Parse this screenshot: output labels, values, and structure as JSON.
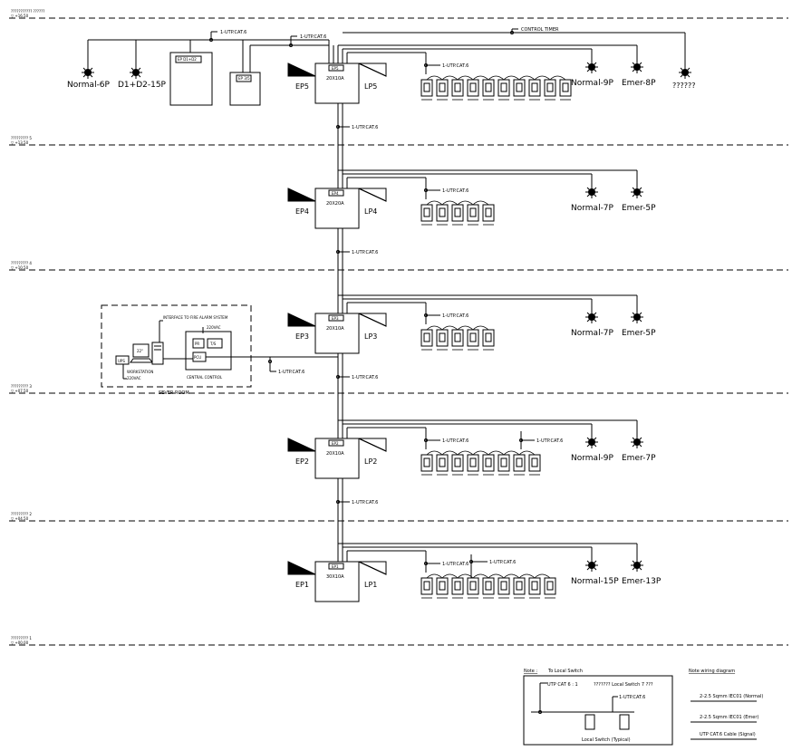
{
  "levels": [
    {
      "num": "",
      "prefix": "??????????? ??????",
      "elev": "▽ +16.50"
    },
    {
      "num": "5",
      "prefix": "????????? ",
      "elev": "▽ +13.50"
    },
    {
      "num": "4",
      "prefix": "????????? ",
      "elev": "▽ +10.50"
    },
    {
      "num": "3",
      "prefix": "????????? ",
      "elev": "▽ +07.50"
    },
    {
      "num": "2",
      "prefix": "????????? ",
      "elev": "▽ +04.50"
    },
    {
      "num": "1",
      "prefix": "????????? ",
      "elev": "▽ +00.00"
    }
  ],
  "cable_labels": {
    "utp": "1-UTP.CAT.6",
    "control_timer": "CONTROL TIMER"
  },
  "panels": [
    {
      "ep": "EP5",
      "lp": "LP5",
      "tag": "EP5",
      "rating": "20X10A"
    },
    {
      "ep": "EP4",
      "lp": "LP4",
      "tag": "EP4",
      "rating": "20X20A"
    },
    {
      "ep": "EP3",
      "lp": "LP3",
      "tag": "EP3",
      "rating": "20X10A"
    },
    {
      "ep": "EP2",
      "lp": "LP2",
      "tag": "EP2",
      "rating": "20X10A"
    },
    {
      "ep": "EP1",
      "lp": "LP1",
      "tag": "EP1",
      "rating": "30X10A"
    }
  ],
  "top_floor": {
    "lamps": [
      "Normal-6P",
      "D1+D2-15P"
    ],
    "panel_a": "EP D1+D2",
    "panel_b": "EP 3/5",
    "extra_lamp": "??????"
  },
  "circuits": [
    {
      "normal": "Normal-9P",
      "emer": "Emer-8P"
    },
    {
      "normal": "Normal-7P",
      "emer": "Emer-5P"
    },
    {
      "normal": "Normal-7P",
      "emer": "Emer-5P"
    },
    {
      "normal": "Normal-9P",
      "emer": "Emer-7P"
    },
    {
      "normal": "Normal-15P",
      "emer": "Emer-13P"
    }
  ],
  "server_room": {
    "title": "SEVER ROOM",
    "interface": "INTERFACE TO FIRE ALARM SYSTEM",
    "ups": "UPS",
    "workstation": "WORKSTATION",
    "workstation_v": "220VAC",
    "monitor": "22\"",
    "cc_v": "220VAC",
    "pr": "PR",
    "ts": "T/S",
    "pcu": "PCU",
    "central": "CENTRAL CONTROL"
  },
  "note": {
    "title": "Note :",
    "subtitle": "To Local Switch",
    "utp_line": "UTP CAT 6 : 1",
    "local_switch_top": "??????? Local Switch 7 ???",
    "utp_small": "1-UTP.CAT.6",
    "local_switch": "Local Switch (Typical)"
  },
  "wiring": {
    "title": "Note wiring diagram",
    "items": [
      "2-2.5 Sqmm IEC01 (Normal)",
      "2-2.5 Sqmm IEC01 (Emer)",
      "UTP CAT.6 Cable (Signal)"
    ]
  }
}
